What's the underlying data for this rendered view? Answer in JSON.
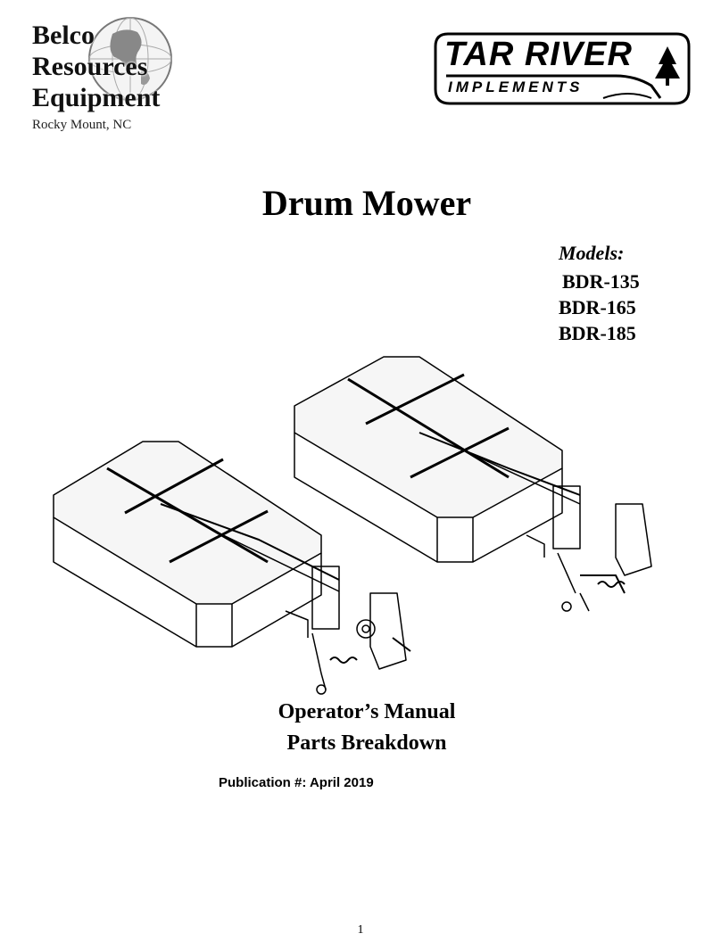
{
  "belco_logo": {
    "line1": "Belco",
    "line2": "Resources",
    "line3": "Equipment",
    "location": "Rocky Mount, NC",
    "icon": "globe-icon"
  },
  "tar_river_logo": {
    "top_text": "TAR RIVER",
    "bottom_text": "IMPLEMENTS",
    "icon": "tree-icon"
  },
  "title": "Drum Mower",
  "models": {
    "heading": "Models:",
    "items": [
      "BDR-135",
      "BDR-165",
      "BDR-185"
    ]
  },
  "subtitles": {
    "manual": "Operator’s Manual",
    "parts": "Parts Breakdown"
  },
  "publication": "Publication #: April 2019",
  "page_number": "1"
}
